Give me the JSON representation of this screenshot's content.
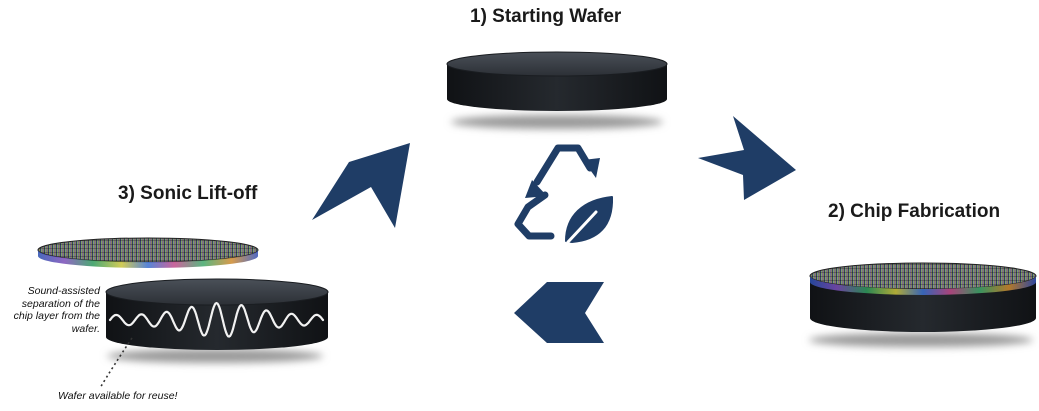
{
  "steps": {
    "starting_wafer": "1)   Starting Wafer",
    "chip_fabrication": "2) Chip Fabrication",
    "sonic_liftoff": "3) Sonic Lift-off"
  },
  "notes": {
    "sound_assisted": "Sound-assisted separation of the chip layer from the wafer.",
    "wafer_reuse": "Wafer available for reuse!"
  },
  "colors": {
    "wafer_body": "#1f2226",
    "wafer_top": "#3e434b",
    "arrow": "#1f3d66",
    "recycle_icon": "#1f3d66",
    "shadow": "#9a9a9a"
  },
  "icons": {
    "center": "recycle-leaf-icon",
    "cycle_arrows": "chevron-arrow-icon"
  }
}
